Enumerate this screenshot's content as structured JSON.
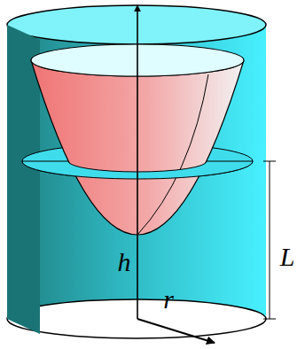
{
  "diagram": {
    "labels": [
      "h",
      "r",
      "L"
    ]
  }
}
